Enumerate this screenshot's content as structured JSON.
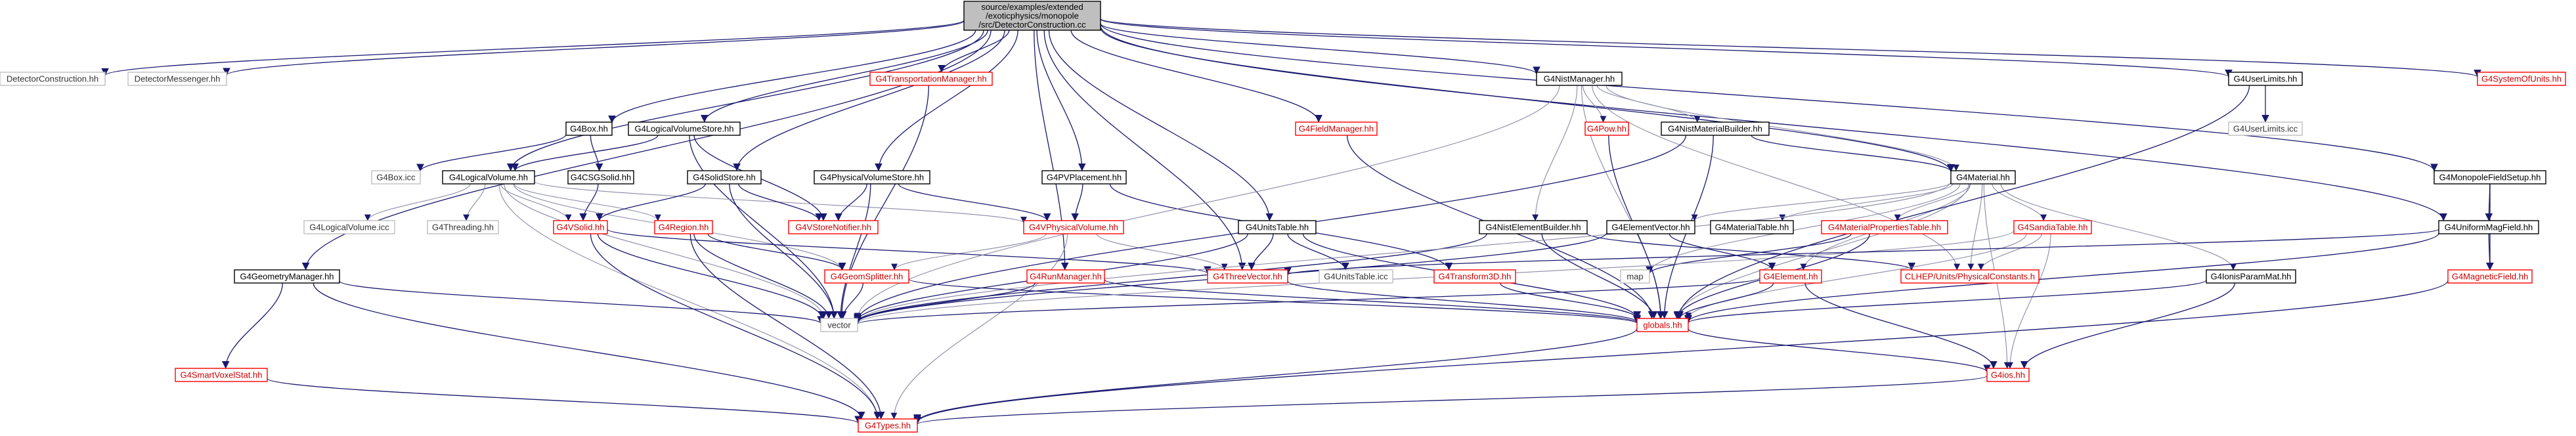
{
  "diagram": {
    "nodes": [
      {
        "id": "root",
        "lines": [
          "source/examples/extended",
          "/exoticphysics/monopole",
          "/src/DetectorConstruction.cc"
        ],
        "kind": "root"
      },
      {
        "id": "DetectorConstruction_hh",
        "lines": [
          "DetectorConstruction.hh"
        ],
        "kind": "gray"
      },
      {
        "id": "DetectorMessenger_hh",
        "lines": [
          "DetectorMessenger.hh"
        ],
        "kind": "gray"
      },
      {
        "id": "G4TransportationManager_hh",
        "lines": [
          "G4TransportationManager.hh"
        ],
        "kind": "red"
      },
      {
        "id": "G4NistManager_hh",
        "lines": [
          "G4NistManager.hh"
        ],
        "kind": "dark"
      },
      {
        "id": "G4UserLimits_hh",
        "lines": [
          "G4UserLimits.hh"
        ],
        "kind": "dark"
      },
      {
        "id": "G4SystemOfUnits_hh",
        "lines": [
          "G4SystemOfUnits.hh"
        ],
        "kind": "red"
      },
      {
        "id": "G4Box_hh",
        "lines": [
          "G4Box.hh"
        ],
        "kind": "dark"
      },
      {
        "id": "G4LogicalVolumeStore_hh",
        "lines": [
          "G4LogicalVolumeStore.hh"
        ],
        "kind": "dark"
      },
      {
        "id": "G4FieldManager_hh",
        "lines": [
          "G4FieldManager.hh"
        ],
        "kind": "red"
      },
      {
        "id": "G4Pow_hh",
        "lines": [
          "G4Pow.hh"
        ],
        "kind": "red"
      },
      {
        "id": "G4NistMaterialBuilder_hh",
        "lines": [
          "G4NistMaterialBuilder.hh"
        ],
        "kind": "dark"
      },
      {
        "id": "G4UserLimits_icc",
        "lines": [
          "G4UserLimits.icc"
        ],
        "kind": "gray"
      },
      {
        "id": "G4Box_icc",
        "lines": [
          "G4Box.icc"
        ],
        "kind": "gray"
      },
      {
        "id": "G4LogicalVolume_hh",
        "lines": [
          "G4LogicalVolume.hh"
        ],
        "kind": "dark"
      },
      {
        "id": "G4CSGSolid_hh",
        "lines": [
          "G4CSGSolid.hh"
        ],
        "kind": "dark"
      },
      {
        "id": "G4SolidStore_hh",
        "lines": [
          "G4SolidStore.hh"
        ],
        "kind": "dark"
      },
      {
        "id": "G4PhysicalVolumeStore_hh",
        "lines": [
          "G4PhysicalVolumeStore.hh"
        ],
        "kind": "dark"
      },
      {
        "id": "G4PVPlacement_hh",
        "lines": [
          "G4PVPlacement.hh"
        ],
        "kind": "dark"
      },
      {
        "id": "G4Material_hh",
        "lines": [
          "G4Material.hh"
        ],
        "kind": "dark"
      },
      {
        "id": "G4MonopoleFieldSetup_hh",
        "lines": [
          "G4MonopoleFieldSetup.hh"
        ],
        "kind": "dark"
      },
      {
        "id": "G4LogicalVolume_icc",
        "lines": [
          "G4LogicalVolume.icc"
        ],
        "kind": "gray"
      },
      {
        "id": "G4Threading_hh",
        "lines": [
          "G4Threading.hh"
        ],
        "kind": "gray"
      },
      {
        "id": "G4VSolid_hh",
        "lines": [
          "G4VSolid.hh"
        ],
        "kind": "red"
      },
      {
        "id": "G4Region_hh",
        "lines": [
          "G4Region.hh"
        ],
        "kind": "red"
      },
      {
        "id": "G4VStoreNotifier_hh",
        "lines": [
          "G4VStoreNotifier.hh"
        ],
        "kind": "red"
      },
      {
        "id": "G4VPhysicalVolume_hh",
        "lines": [
          "G4VPhysicalVolume.hh"
        ],
        "kind": "red"
      },
      {
        "id": "G4UnitsTable_hh",
        "lines": [
          "G4UnitsTable.hh"
        ],
        "kind": "dark"
      },
      {
        "id": "G4NistElementBuilder_hh",
        "lines": [
          "G4NistElementBuilder.hh"
        ],
        "kind": "dark"
      },
      {
        "id": "G4ElementVector_hh",
        "lines": [
          "G4ElementVector.hh"
        ],
        "kind": "dark"
      },
      {
        "id": "G4MaterialTable_hh",
        "lines": [
          "G4MaterialTable.hh"
        ],
        "kind": "dark"
      },
      {
        "id": "G4MaterialPropertiesTable_hh",
        "lines": [
          "G4MaterialPropertiesTable.hh"
        ],
        "kind": "red"
      },
      {
        "id": "G4SandiaTable_hh",
        "lines": [
          "G4SandiaTable.hh"
        ],
        "kind": "red"
      },
      {
        "id": "G4UniformMagField_hh",
        "lines": [
          "G4UniformMagField.hh"
        ],
        "kind": "dark"
      },
      {
        "id": "G4GeometryManager_hh",
        "lines": [
          "G4GeometryManager.hh"
        ],
        "kind": "dark"
      },
      {
        "id": "G4GeomSplitter_hh",
        "lines": [
          "G4GeomSplitter.hh"
        ],
        "kind": "red"
      },
      {
        "id": "G4RunManager_hh",
        "lines": [
          "G4RunManager.hh"
        ],
        "kind": "red"
      },
      {
        "id": "G4ThreeVector_hh",
        "lines": [
          "G4ThreeVector.hh"
        ],
        "kind": "red"
      },
      {
        "id": "G4UnitsTable_icc",
        "lines": [
          "G4UnitsTable.icc"
        ],
        "kind": "gray"
      },
      {
        "id": "G4Transform3D_hh",
        "lines": [
          "G4Transform3D.hh"
        ],
        "kind": "red"
      },
      {
        "id": "map",
        "lines": [
          "map"
        ],
        "kind": "gray"
      },
      {
        "id": "CLHEP_Units_PhysicalConstants_h",
        "lines": [
          "CLHEP/Units/PhysicalConstants.h"
        ],
        "kind": "red"
      },
      {
        "id": "G4IonisParamMat_hh",
        "lines": [
          "G4IonisParamMat.hh"
        ],
        "kind": "dark"
      },
      {
        "id": "G4Element_hh",
        "lines": [
          "G4Element.hh"
        ],
        "kind": "red"
      },
      {
        "id": "G4MagneticField_hh",
        "lines": [
          "G4MagneticField.hh"
        ],
        "kind": "red"
      },
      {
        "id": "vector",
        "lines": [
          "vector"
        ],
        "kind": "gray"
      },
      {
        "id": "globals_hh",
        "lines": [
          "globals.hh"
        ],
        "kind": "red"
      },
      {
        "id": "G4SmartVoxelStat_hh",
        "lines": [
          "G4SmartVoxelStat.hh"
        ],
        "kind": "red"
      },
      {
        "id": "G4ios_hh",
        "lines": [
          "G4ios.hh"
        ],
        "kind": "red"
      },
      {
        "id": "G4Types_hh",
        "lines": [
          "G4Types.hh"
        ],
        "kind": "red"
      }
    ],
    "edges": [
      [
        "root",
        "DetectorConstruction_hh"
      ],
      [
        "root",
        "DetectorMessenger_hh"
      ],
      [
        "root",
        "G4Box_hh"
      ],
      [
        "root",
        "G4LogicalVolumeStore_hh"
      ],
      [
        "root",
        "G4LogicalVolume_hh"
      ],
      [
        "root",
        "G4SolidStore_hh"
      ],
      [
        "root",
        "G4PhysicalVolumeStore_hh"
      ],
      [
        "root",
        "G4PVPlacement_hh"
      ],
      [
        "root",
        "G4TransportationManager_hh"
      ],
      [
        "root",
        "G4FieldManager_hh"
      ],
      [
        "root",
        "G4NistManager_hh"
      ],
      [
        "root",
        "G4UserLimits_hh"
      ],
      [
        "root",
        "G4SystemOfUnits_hh"
      ],
      [
        "root",
        "G4MonopoleFieldSetup_hh"
      ],
      [
        "root",
        "G4GeometryManager_hh"
      ],
      [
        "root",
        "G4RunManager_hh"
      ],
      [
        "root",
        "G4Material_hh"
      ],
      [
        "root",
        "G4UnitsTable_hh"
      ],
      [
        "root",
        "G4ThreeVector_hh"
      ],
      [
        "root",
        "G4UniformMagField_hh"
      ],
      [
        "G4Box_hh",
        "G4Box_icc"
      ],
      [
        "G4Box_hh",
        "G4CSGSolid_hh"
      ],
      [
        "G4CSGSolid_hh",
        "G4VSolid_hh"
      ],
      [
        "G4LogicalVolumeStore_hh",
        "G4LogicalVolume_hh"
      ],
      [
        "G4LogicalVolumeStore_hh",
        "G4VStoreNotifier_hh"
      ],
      [
        "G4LogicalVolumeStore_hh",
        "vector"
      ],
      [
        "G4LogicalVolume_hh",
        "G4LogicalVolume_icc"
      ],
      [
        "G4LogicalVolume_hh",
        "G4Threading_hh"
      ],
      [
        "G4LogicalVolume_hh",
        "G4VSolid_hh"
      ],
      [
        "G4LogicalVolume_hh",
        "G4Region_hh"
      ],
      [
        "G4LogicalVolume_hh",
        "G4GeomSplitter_hh"
      ],
      [
        "G4LogicalVolume_hh",
        "G4VPhysicalVolume_hh"
      ],
      [
        "G4LogicalVolume_hh",
        "vector"
      ],
      [
        "G4LogicalVolume_hh",
        "G4Types_hh"
      ],
      [
        "G4SolidStore_hh",
        "G4VSolid_hh"
      ],
      [
        "G4SolidStore_hh",
        "G4VStoreNotifier_hh"
      ],
      [
        "G4SolidStore_hh",
        "vector"
      ],
      [
        "G4PhysicalVolumeStore_hh",
        "G4VPhysicalVolume_hh"
      ],
      [
        "G4PhysicalVolumeStore_hh",
        "G4VStoreNotifier_hh"
      ],
      [
        "G4PhysicalVolumeStore_hh",
        "vector"
      ],
      [
        "G4PVPlacement_hh",
        "G4VPhysicalVolume_hh"
      ],
      [
        "G4PVPlacement_hh",
        "G4Transform3D_hh"
      ],
      [
        "G4VPhysicalVolume_hh",
        "G4GeomSplitter_hh"
      ],
      [
        "G4VPhysicalVolume_hh",
        "G4ThreeVector_hh"
      ],
      [
        "G4VPhysicalVolume_hh",
        "G4Types_hh"
      ],
      [
        "G4VSolid_hh",
        "G4ThreeVector_hh"
      ],
      [
        "G4VSolid_hh",
        "vector"
      ],
      [
        "G4VSolid_hh",
        "G4Types_hh"
      ],
      [
        "G4Region_hh",
        "G4GeomSplitter_hh"
      ],
      [
        "G4Region_hh",
        "vector"
      ],
      [
        "G4Region_hh",
        "G4Types_hh"
      ],
      [
        "G4GeomSplitter_hh",
        "vector"
      ],
      [
        "G4GeomSplitter_hh",
        "globals_hh"
      ],
      [
        "G4TransportationManager_hh",
        "vector"
      ],
      [
        "G4FieldManager_hh",
        "globals_hh"
      ],
      [
        "G4NistManager_hh",
        "G4Pow_hh"
      ],
      [
        "G4NistManager_hh",
        "G4NistMaterialBuilder_hh"
      ],
      [
        "G4NistManager_hh",
        "G4NistElementBuilder_hh"
      ],
      [
        "G4NistManager_hh",
        "G4Material_hh"
      ],
      [
        "G4NistManager_hh",
        "vector"
      ],
      [
        "G4NistManager_hh",
        "globals_hh"
      ],
      [
        "G4NistManager_hh",
        "CLHEP_Units_PhysicalConstants_h"
      ],
      [
        "G4Pow_hh",
        "globals_hh"
      ],
      [
        "G4NistMaterialBuilder_hh",
        "G4Material_hh"
      ],
      [
        "G4NistMaterialBuilder_hh",
        "vector"
      ],
      [
        "G4NistMaterialBuilder_hh",
        "globals_hh"
      ],
      [
        "G4NistElementBuilder_hh",
        "vector"
      ],
      [
        "G4NistElementBuilder_hh",
        "globals_hh"
      ],
      [
        "G4NistElementBuilder_hh",
        "CLHEP_Units_PhysicalConstants_h"
      ],
      [
        "G4Material_hh",
        "G4ElementVector_hh"
      ],
      [
        "G4Material_hh",
        "G4MaterialTable_hh"
      ],
      [
        "G4Material_hh",
        "G4MaterialPropertiesTable_hh"
      ],
      [
        "G4Material_hh",
        "G4SandiaTable_hh"
      ],
      [
        "G4Material_hh",
        "G4IonisParamMat_hh"
      ],
      [
        "G4Material_hh",
        "G4Element_hh"
      ],
      [
        "G4Material_hh",
        "vector"
      ],
      [
        "G4Material_hh",
        "map"
      ],
      [
        "G4Material_hh",
        "globals_hh"
      ],
      [
        "G4Material_hh",
        "CLHEP_Units_PhysicalConstants_h"
      ],
      [
        "G4Material_hh",
        "G4ios_hh"
      ],
      [
        "G4ElementVector_hh",
        "G4Element_hh"
      ],
      [
        "G4ElementVector_hh",
        "vector"
      ],
      [
        "G4MaterialPropertiesTable_hh",
        "map"
      ],
      [
        "G4MaterialPropertiesTable_hh",
        "globals_hh"
      ],
      [
        "G4SandiaTable_hh",
        "CLHEP_Units_PhysicalConstants_h"
      ],
      [
        "G4SandiaTable_hh",
        "vector"
      ],
      [
        "G4SandiaTable_hh",
        "globals_hh"
      ],
      [
        "G4SandiaTable_hh",
        "G4ios_hh"
      ],
      [
        "G4IonisParamMat_hh",
        "globals_hh"
      ],
      [
        "G4IonisParamMat_hh",
        "G4ios_hh"
      ],
      [
        "G4Element_hh",
        "vector"
      ],
      [
        "G4Element_hh",
        "globals_hh"
      ],
      [
        "G4Element_hh",
        "G4ios_hh"
      ],
      [
        "G4UnitsTable_hh",
        "G4UnitsTable_icc"
      ],
      [
        "G4UnitsTable_hh",
        "vector"
      ],
      [
        "G4UnitsTable_hh",
        "globals_hh"
      ],
      [
        "G4UnitsTable_hh",
        "G4ThreeVector_hh"
      ],
      [
        "G4UserLimits_hh",
        "G4UserLimits_icc"
      ],
      [
        "G4UserLimits_hh",
        "globals_hh"
      ],
      [
        "G4MonopoleFieldSetup_hh",
        "G4UniformMagField_hh"
      ],
      [
        "G4MonopoleFieldSetup_hh",
        "G4MagneticField_hh"
      ],
      [
        "G4UniformMagField_hh",
        "G4MagneticField_hh"
      ],
      [
        "G4UniformMagField_hh",
        "G4ThreeVector_hh"
      ],
      [
        "G4UniformMagField_hh",
        "globals_hh"
      ],
      [
        "G4MagneticField_hh",
        "G4Types_hh"
      ],
      [
        "G4GeometryManager_hh",
        "G4SmartVoxelStat_hh"
      ],
      [
        "G4GeometryManager_hh",
        "vector"
      ],
      [
        "G4GeometryManager_hh",
        "G4Types_hh"
      ],
      [
        "G4SmartVoxelStat_hh",
        "G4Types_hh"
      ],
      [
        "G4RunManager_hh",
        "globals_hh"
      ],
      [
        "G4RunManager_hh",
        "vector"
      ],
      [
        "G4ThreeVector_hh",
        "globals_hh"
      ],
      [
        "G4Transform3D_hh",
        "globals_hh"
      ],
      [
        "globals_hh",
        "G4ios_hh"
      ],
      [
        "globals_hh",
        "G4Types_hh"
      ],
      [
        "G4ios_hh",
        "G4Types_hh"
      ]
    ]
  }
}
